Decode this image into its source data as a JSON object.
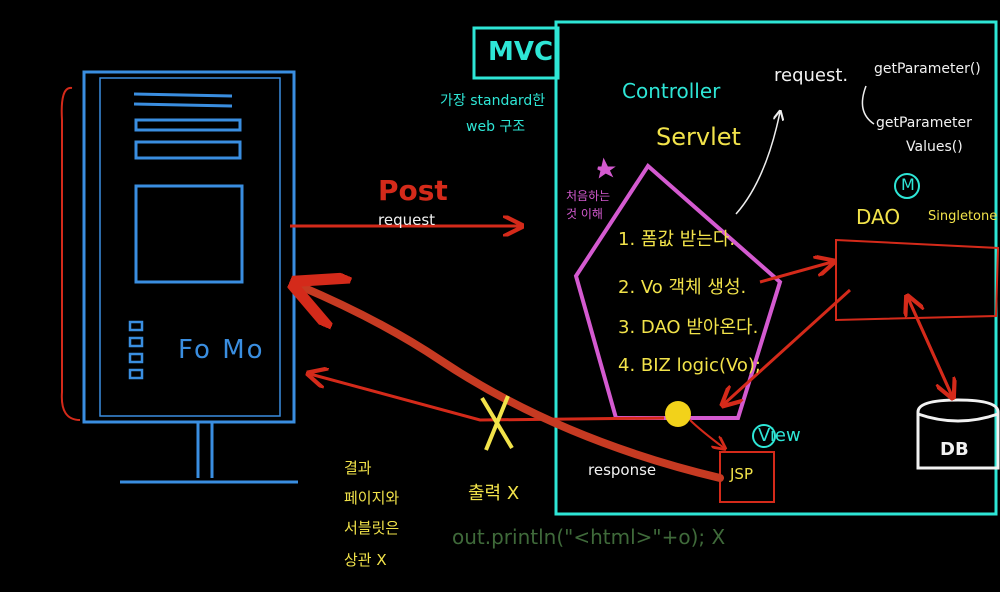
{
  "mvc_title": "MVC",
  "mvc_note": [
    "가장 standard한",
    "web 구조"
  ],
  "controller": {
    "label": "Controller",
    "servlet": "Servlet"
  },
  "servlet_note": [
    "처음하는",
    "것 이해"
  ],
  "steps": [
    "1. 폼값 받는다.",
    "2. Vo 객체 생성.",
    "3. DAO 받아온다.",
    "4. BIZ logic(Vo);"
  ],
  "request_methods": {
    "label": "request.",
    "m1": "getParameter()",
    "m2a": "getParameter",
    "m2b": "Values()"
  },
  "model": {
    "badge": "M",
    "dao": "DAO",
    "singleton": "Singletone"
  },
  "db": "DB",
  "view": {
    "label": "View",
    "jsp": "JSP"
  },
  "arrows": {
    "post": "Post",
    "request": "request",
    "response": "response",
    "x_mark": "X"
  },
  "client": {
    "form_label": "Fo Mo"
  },
  "notes": {
    "result_page": [
      "결과",
      "페이지와",
      "서블릿은",
      "상관 X"
    ],
    "output_x": "출력 X",
    "out_println": "out.println(\"<html>\"+o); X"
  },
  "colors": {
    "mvc_frame": "#2ee6d6",
    "client": "#3a8ee0",
    "servlet": "#d45ad0",
    "arrow": "#d42a1a",
    "note_yellow": "#f2e34a",
    "white": "#f2f2f2"
  }
}
